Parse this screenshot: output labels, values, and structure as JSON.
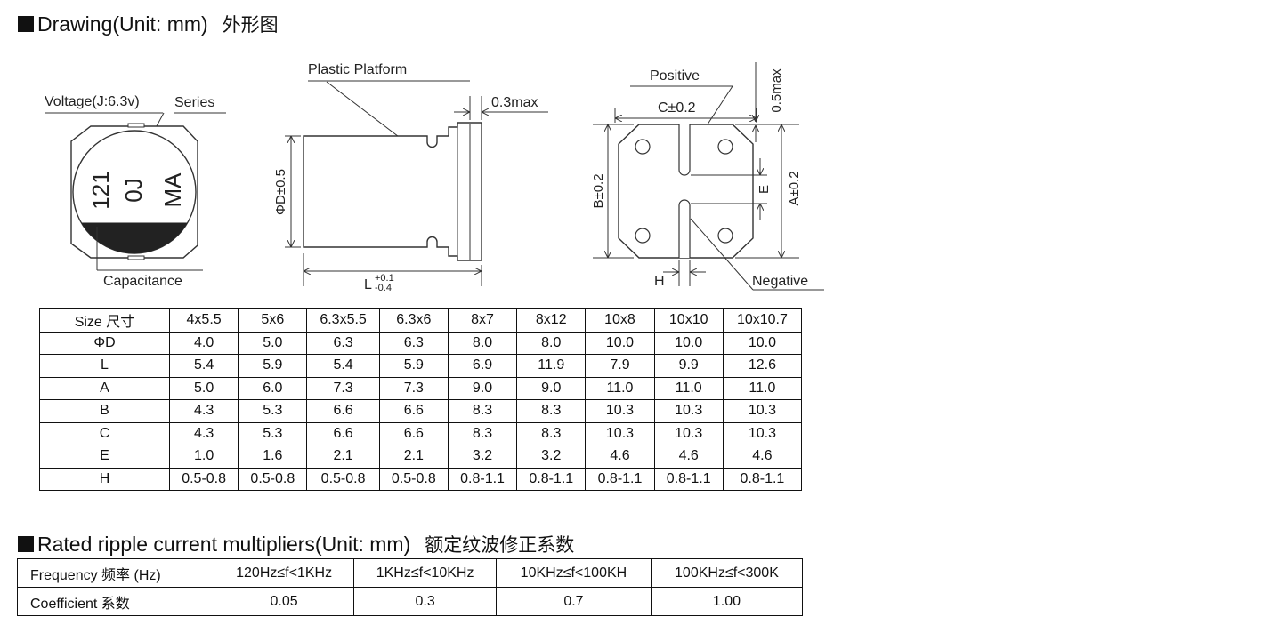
{
  "drawing_section": {
    "title": "Drawing(Unit: mm)",
    "title_cn": "外形图"
  },
  "top_view": {
    "voltage_label": "Voltage(J:6.3v)",
    "series_label": "Series",
    "capacitance_label": "Capacitance",
    "marking_cap": "121",
    "marking_voltage": "0J",
    "marking_series": "MA"
  },
  "side_view": {
    "platform_label": "Plastic Platform",
    "max_label": "0.3max",
    "diameter_label": "ΦD±0.5",
    "length_symbol": "L",
    "length_tol_plus": "+0.1",
    "length_tol_minus": "-0.4"
  },
  "bottom_view": {
    "positive_label": "Positive",
    "negative_label": "Negative",
    "c_label": "C±0.2",
    "b_label": "B±0.2",
    "a_label": "A±0.2",
    "e_label": "E",
    "h_label": "H",
    "max_label": "0.5max"
  },
  "dimensions_table": {
    "header": "Size  尺寸",
    "sizes": [
      "4x5.5",
      "5x6",
      "6.3x5.5",
      "6.3x6",
      "8x7",
      "8x12",
      "10x8",
      "10x10",
      "10x10.7"
    ],
    "rows": [
      {
        "label": "ΦD",
        "values": [
          "4.0",
          "5.0",
          "6.3",
          "6.3",
          "8.0",
          "8.0",
          "10.0",
          "10.0",
          "10.0"
        ]
      },
      {
        "label": "L",
        "values": [
          "5.4",
          "5.9",
          "5.4",
          "5.9",
          "6.9",
          "11.9",
          "7.9",
          "9.9",
          "12.6"
        ]
      },
      {
        "label": "A",
        "values": [
          "5.0",
          "6.0",
          "7.3",
          "7.3",
          "9.0",
          "9.0",
          "11.0",
          "11.0",
          "11.0"
        ]
      },
      {
        "label": "B",
        "values": [
          "4.3",
          "5.3",
          "6.6",
          "6.6",
          "8.3",
          "8.3",
          "10.3",
          "10.3",
          "10.3"
        ]
      },
      {
        "label": "C",
        "values": [
          "4.3",
          "5.3",
          "6.6",
          "6.6",
          "8.3",
          "8.3",
          "10.3",
          "10.3",
          "10.3"
        ]
      },
      {
        "label": "E",
        "values": [
          "1.0",
          "1.6",
          "2.1",
          "2.1",
          "3.2",
          "3.2",
          "4.6",
          "4.6",
          "4.6"
        ]
      },
      {
        "label": "H",
        "values": [
          "0.5-0.8",
          "0.5-0.8",
          "0.5-0.8",
          "0.5-0.8",
          "0.8-1.1",
          "0.8-1.1",
          "0.8-1.1",
          "0.8-1.1",
          "0.8-1.1"
        ]
      }
    ]
  },
  "ripple_section": {
    "title": "Rated ripple current multipliers(Unit: mm)",
    "title_cn": "额定纹波修正系数"
  },
  "ripple_table": {
    "frequency_label": "Frequency  频率  (Hz)",
    "coefficient_label": "Coefficient    系数",
    "frequencies": [
      "120Hz≤f<1KHz",
      "1KHz≤f<10KHz",
      "10KHz≤f<100KH",
      "100KHz≤f<300K"
    ],
    "coefficients": [
      "0.05",
      "0.3",
      "0.7",
      "1.00"
    ]
  }
}
